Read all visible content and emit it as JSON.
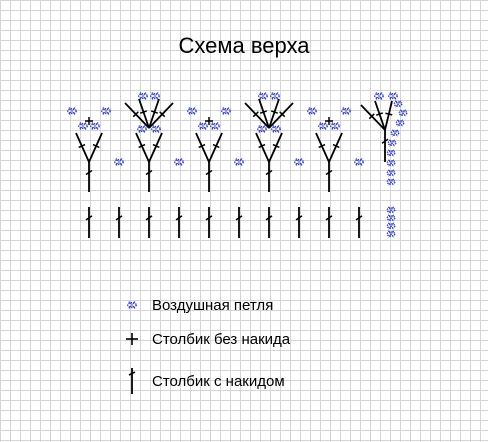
{
  "title": "Схема верха",
  "legend": [
    {
      "symbol": "chain",
      "label": "Воздушная петля"
    },
    {
      "symbol": "single-crochet",
      "label": "Столбик без накида"
    },
    {
      "symbol": "double-crochet",
      "label": "Столбик с накидом"
    }
  ],
  "colors": {
    "chain": "#3a46b8",
    "stitch": "#000000",
    "grid": "#d4d4d4"
  }
}
